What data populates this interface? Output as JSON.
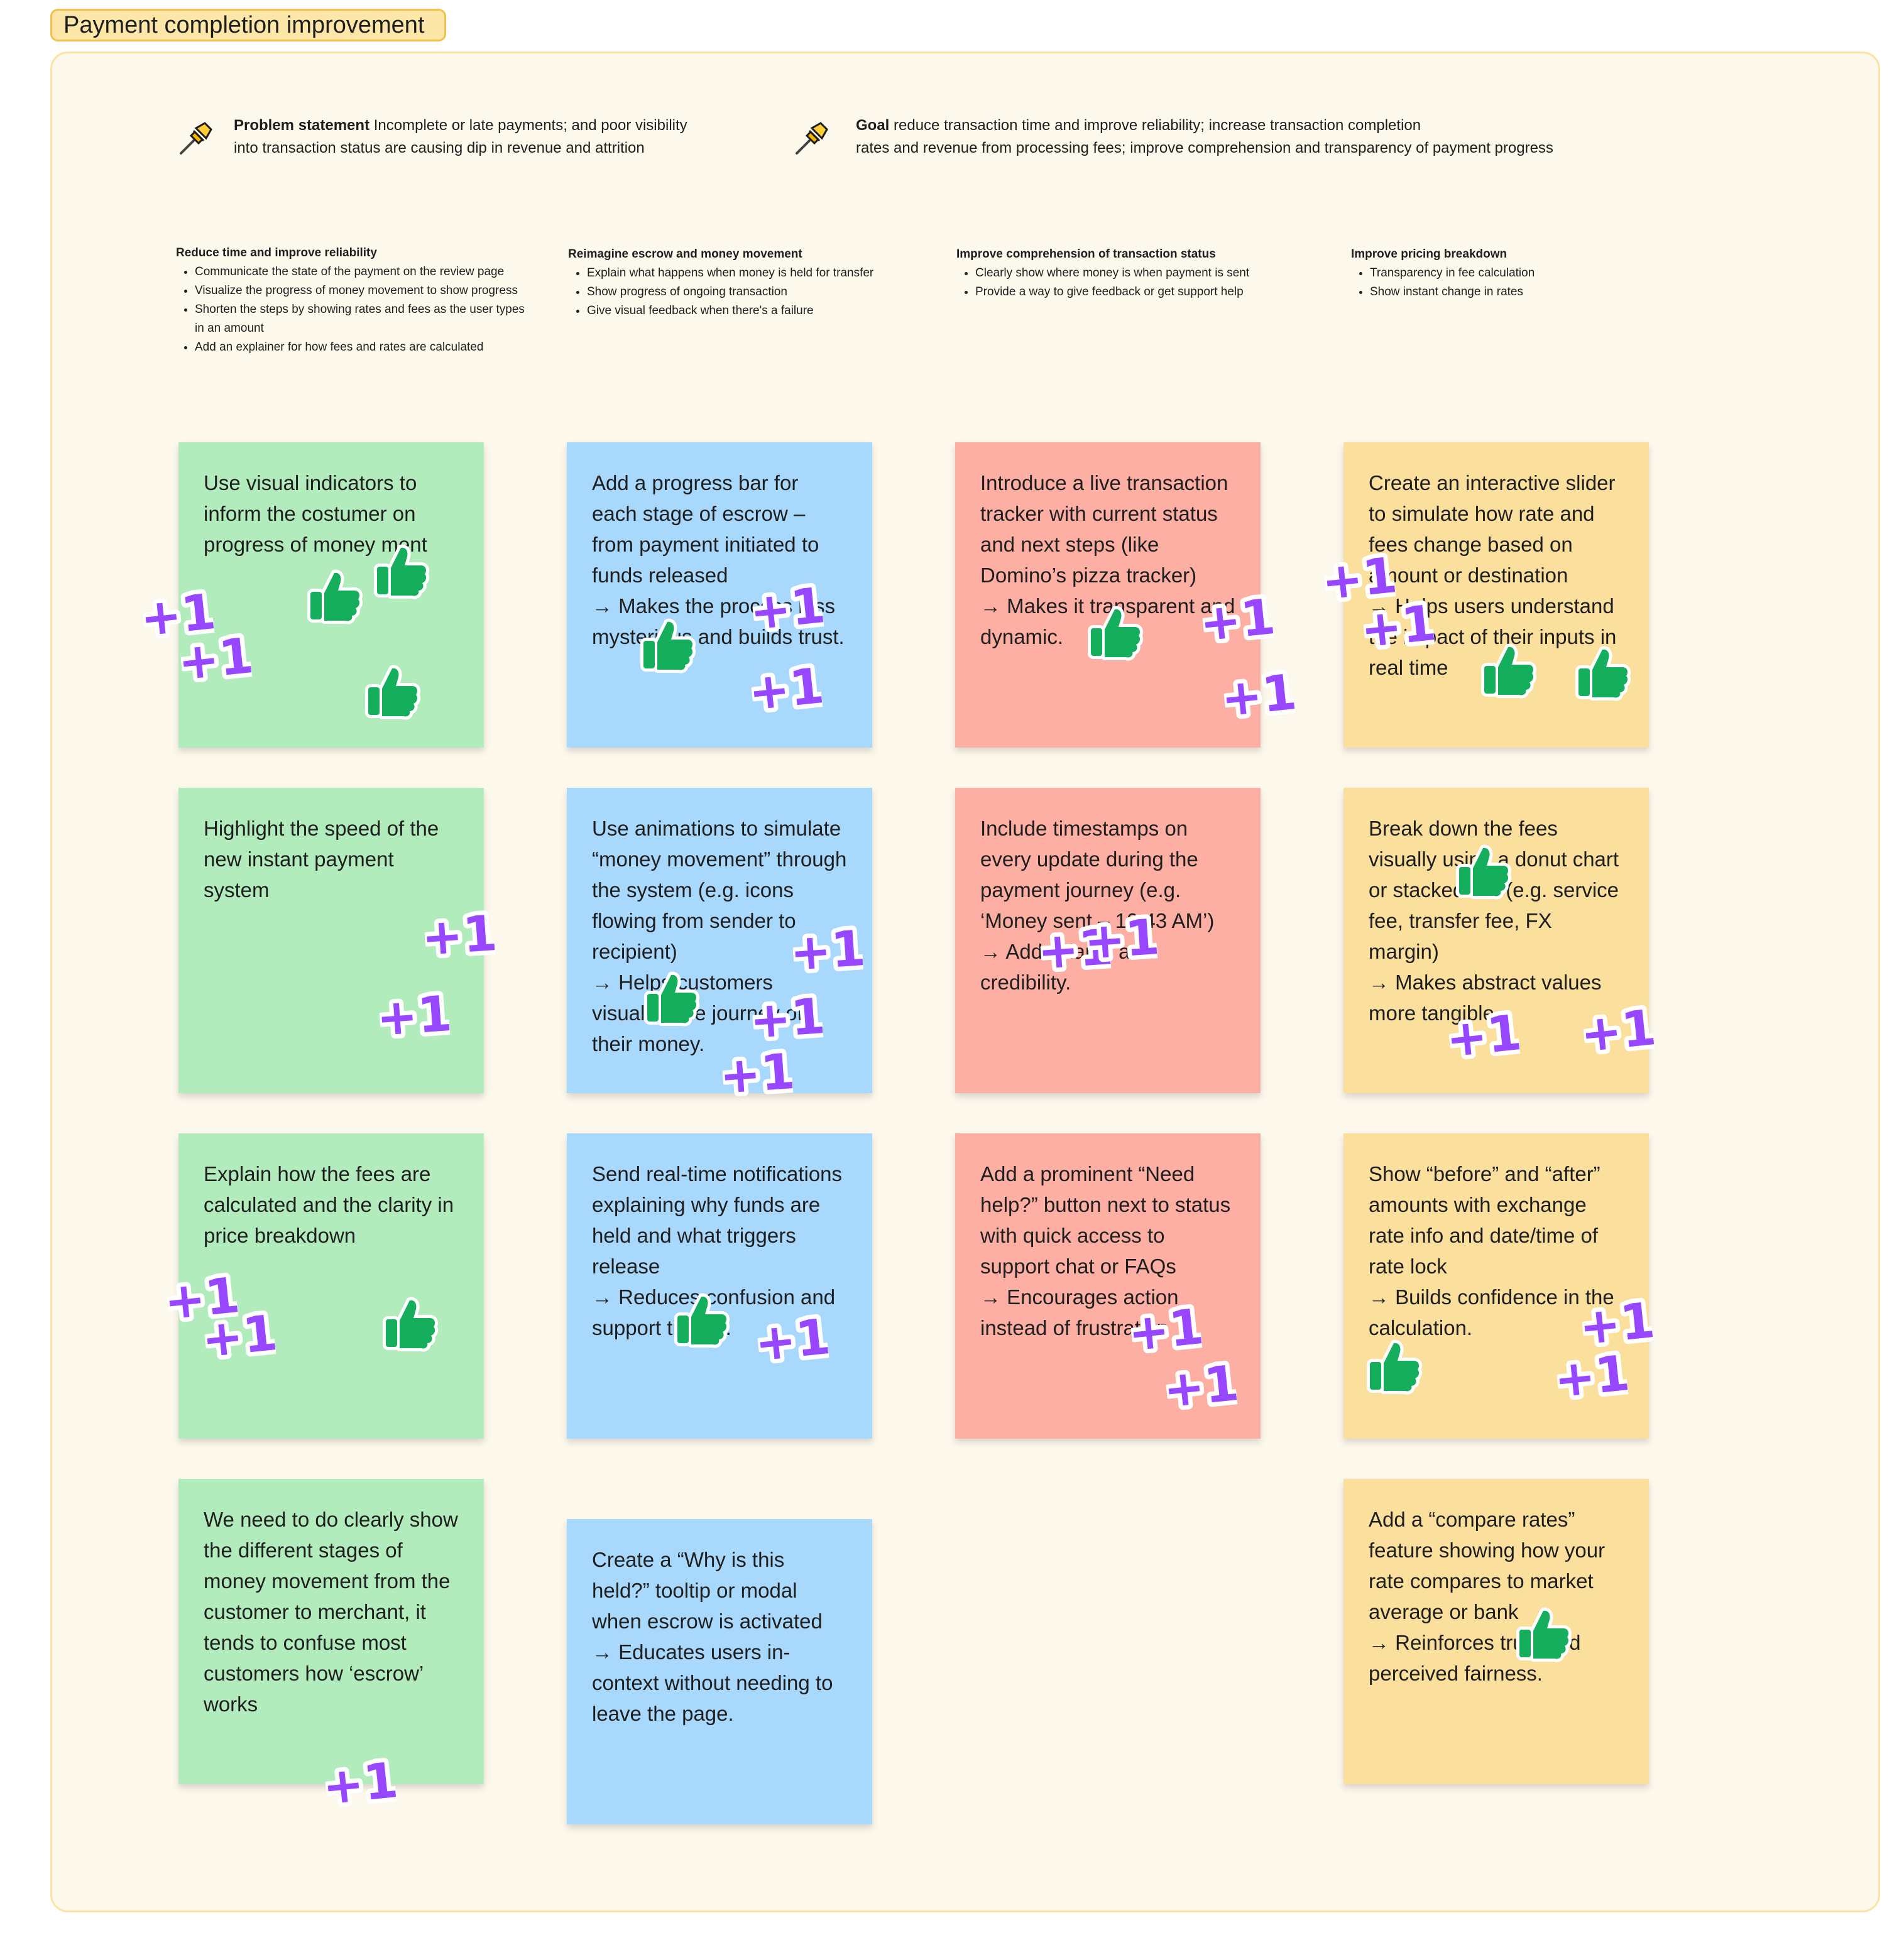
{
  "board_title": "Payment completion improvement",
  "problem": {
    "label": "Problem statement",
    "line1": "Incomplete or late payments; and poor visibility",
    "line2": "into transaction status are causing dip in revenue and attrition"
  },
  "goal": {
    "label": "Goal",
    "line1": "reduce transaction time and improve reliability; increase transaction completion",
    "line2": "rates and revenue from processing fees; improve comprehension and transparency of payment progress"
  },
  "themes": [
    {
      "title": "Reduce time and improve reliability",
      "items": [
        "Communicate the state of the payment on the review page",
        "Visualize the progress of money movement to show progress",
        "Shorten the steps by showing rates and fees as the user types in an amount",
        "Add an explainer for how fees and rates are calculated"
      ]
    },
    {
      "title": "Reimagine escrow and money movement",
      "items": [
        "Explain what happens when money is held for transfer",
        "Show progress of ongoing transaction",
        "Give visual feedback when there's a failure"
      ]
    },
    {
      "title": "Improve comprehension of transaction status",
      "items": [
        "Clearly show where money is when payment is sent",
        "Provide a way to give feedback or get support help"
      ]
    },
    {
      "title": "Improve pricing breakdown",
      "items": [
        "Transparency in fee calculation",
        "Show instant change in rates"
      ]
    }
  ],
  "stickies": {
    "green": [
      "Use visual indicators to inform the costumer on progress of money ment",
      "Highlight the speed of the new instant payment system",
      "Explain how the fees are calculated and the clarity in price breakdown",
      "We need to do clearly show the different stages of money movement from the customer to merchant, it tends to confuse most customers how ‘escrow’ works"
    ],
    "blue": [
      "Add a progress bar for each stage of escrow – from payment initiated to funds released\n→ Makes the process less mysterious and builds trust.",
      "Use animations to simulate “money movement” through the system (e.g. icons flowing from sender to recipient)\n→ Helps customers visualize the journey of their money.",
      "Send real-time notifications explaining why funds are held and what triggers release\n→ Reduces confusion and support tickets.",
      "Create a “Why is this held?” tooltip or modal when escrow is activated\n→ Educates users in-context without needing to leave the page."
    ],
    "red": [
      "Introduce a live transaction tracker with current status and next steps (like Domino’s pizza tracker)\n→ Makes it transparent and dynamic.",
      "Include timestamps on every update during the payment journey (e.g. ‘Money sent – 10:43 AM’)\n→ Adds clarity and credibility.",
      "Add a prominent “Need help?” button next to status with quick access to support chat or FAQs\n→ Encourages action instead of frustration"
    ],
    "yellow": [
      "Create an interactive slider to simulate how rate and fees change based on amount or destination\n→ Helps users understand the impact of their inputs in real time",
      "Break down the fees visually using a donut chart or stacked bar (e.g. service fee, transfer fee, FX margin)\n→ Makes abstract values more tangible",
      "Show “before” and “after” amounts with exchange rate info and date/time of rate lock\n→ Builds confidence in the calculation.",
      "Add a “compare rates” feature showing how your rate compares to market average or bank\n→ Reinforces trust and perceived fairness."
    ]
  },
  "stamp_labels": {
    "plus_one": "+1",
    "thumbs_up": "thumbs-up"
  },
  "colors": {
    "green": "#b2ecbd",
    "blue": "#a8d8fb",
    "red": "#fcafa2",
    "yellow": "#fbdf9c",
    "plus_one": "#9747ff",
    "thumbs": "#14ae5c",
    "board_bg": "#fdf8ec"
  },
  "icons": [
    "pushpin-icon",
    "thumbs-up-icon",
    "plus-one-icon"
  ]
}
